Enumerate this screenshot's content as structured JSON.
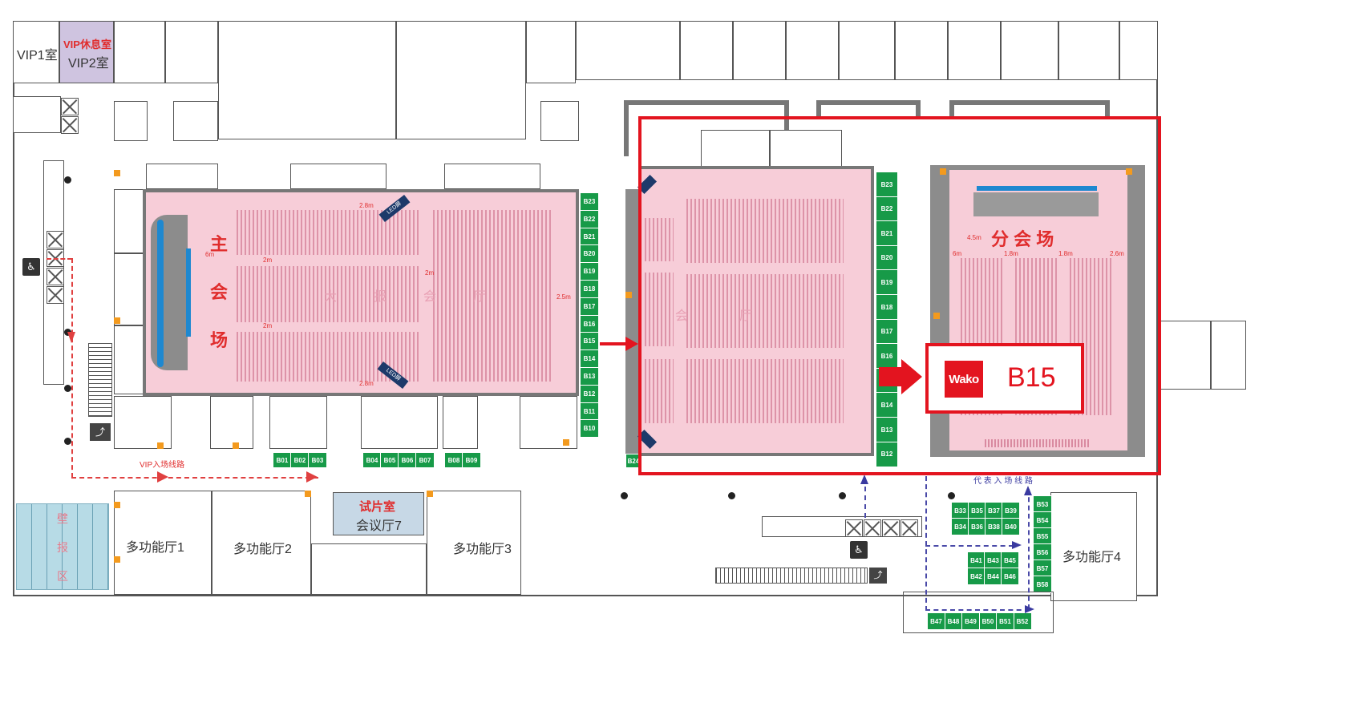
{
  "rooms": {
    "vip1": "VIP1室",
    "vip_lounge": "VIP休息室",
    "vip2": "VIP2室",
    "multi1": "多功能厅1",
    "multi2": "多功能厅2",
    "multi3": "多功能厅3",
    "multi4": "多功能厅4",
    "screening": "试片室",
    "meeting7": "会议厅7",
    "poster_a": "壁",
    "poster_b": "报",
    "poster_c": "区"
  },
  "main_hall": {
    "label_chars": [
      "主",
      "会",
      "场"
    ],
    "hall_chars": [
      "大",
      "报",
      "会",
      "厅"
    ],
    "led_label": "LED屏",
    "dim_6m": "6m",
    "dim_2m_a": "2m",
    "dim_2m_b": "2m",
    "dim_2m_c": "2m",
    "dim_2_8m": "2.8m",
    "dim_2_5m": "2.5m",
    "dim_2_8m_b": "2.8m"
  },
  "second_hall": {
    "label": "分 会 场",
    "hall_chars": [
      "会",
      "厅"
    ],
    "dim_4_5m": "4.5m",
    "dim_1_8m_a": "1.8m",
    "dim_1_8m_b": "1.8m",
    "dim_6m": "6m",
    "dim_2_6m": "2.6m"
  },
  "routes": {
    "vip_route": "VIP入场线路",
    "delegate_route": "代 表 入 场 线 路"
  },
  "highlight": {
    "brand": "Wako",
    "booth": "B15"
  },
  "booths": {
    "main_side": [
      "B23",
      "B22",
      "B21",
      "B20",
      "B19",
      "B18",
      "B17",
      "B16",
      "B15",
      "B14",
      "B13",
      "B12",
      "B11",
      "B10"
    ],
    "center_side": [
      "B23",
      "B22",
      "B21",
      "B20",
      "B19",
      "B18",
      "B17",
      "B16",
      "B15",
      "B14",
      "B13",
      "B12"
    ],
    "bottom_row_a": [
      "B01",
      "B02",
      "B03"
    ],
    "bottom_row_b": [
      "B04",
      "B05",
      "B06",
      "B07"
    ],
    "bottom_row_c": [
      "B08",
      "B09"
    ],
    "lower_block_1": [
      "B33",
      "B35",
      "B37",
      "B39"
    ],
    "lower_block_2": [
      "B34",
      "B36",
      "B38",
      "B40"
    ],
    "lower_block_3": [
      "B41",
      "B43",
      "B45"
    ],
    "lower_block_4": [
      "B42",
      "B44",
      "B46"
    ],
    "lower_right_col": [
      "B53",
      "B54",
      "B55",
      "B56",
      "B57",
      "B58"
    ],
    "lower_bottom_row": [
      "B47",
      "B48",
      "B49",
      "B50",
      "B51",
      "B52"
    ],
    "misc": "B24"
  },
  "colors": {
    "hall_pink": "#f7cdd8",
    "booth_green": "#179a48",
    "highlight_red": "#e3141f",
    "wall_gray": "#777777"
  }
}
